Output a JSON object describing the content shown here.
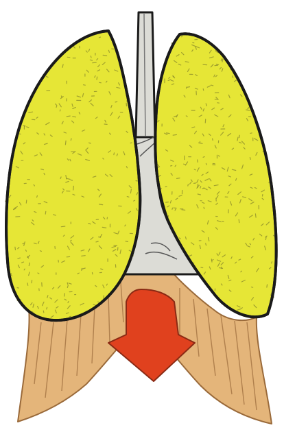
{
  "diagram": {
    "subject": "",
    "parts": [
      {
        "id": "trachea",
        "label": ""
      },
      {
        "id": "left-lung",
        "label": ""
      },
      {
        "id": "right-lung",
        "label": ""
      },
      {
        "id": "mediastinum",
        "label": ""
      },
      {
        "id": "diaphragm",
        "label": ""
      },
      {
        "id": "arrow",
        "label": "",
        "direction": "down"
      }
    ],
    "colors": {
      "lung": "#e6e636",
      "lung_texture": "#8a8a2a",
      "outline": "#1a1a1a",
      "mediastinum": "#dcdcd6",
      "diaphragm": "#e4b57a",
      "diaphragm_stroke": "#9a6a3a",
      "arrow": "#e0411e",
      "arrow_stroke": "#8a2a14"
    }
  }
}
